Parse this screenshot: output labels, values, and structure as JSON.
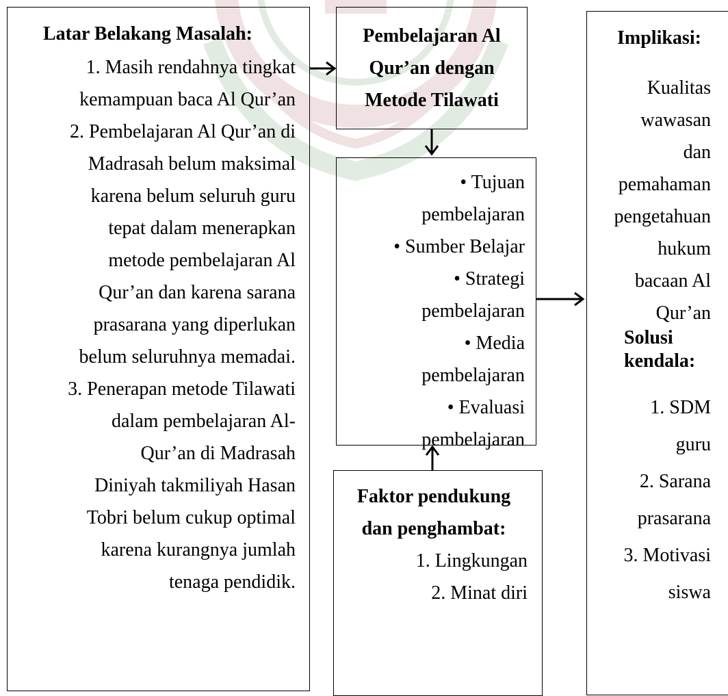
{
  "background_color": "#ffffff",
  "watermark": {
    "color": "#9b3b3b",
    "accent_color": "#3a7a3a"
  },
  "problem_box": {
    "title": "Latar Belakang Masalah:",
    "lines": [
      "1. Masih rendahnya tingkat",
      "kemampuan baca Al Qur’an",
      "2. Pembelajaran Al Qur’an di",
      "Madrasah belum maksimal",
      "karena belum seluruh guru",
      "tepat dalam menerapkan",
      "metode pembelajaran Al",
      "Qur’an dan karena sarana",
      "prasarana yang diperlukan",
      "belum seluruhnya memadai.",
      "3. Penerapan metode Tilawati",
      "dalam pembelajaran Al-",
      "Qur’an di Madrasah",
      "Diniyah takmiliyah Hasan",
      "Tobri belum cukup optimal",
      "karena kurangnya jumlah",
      "tenaga pendidik."
    ]
  },
  "learning_box": {
    "title_lines": [
      "Pembelajaran Al",
      "Qur’an dengan",
      "Metode Tilawati"
    ]
  },
  "components_box": {
    "lines": [
      "• Tujuan",
      "pembelajaran",
      "• Sumber Belajar",
      "• Strategi",
      "pembelajaran",
      "• Media",
      "pembelajaran",
      "• Evaluasi",
      "pembelajaran"
    ]
  },
  "factors_box": {
    "title_lines": [
      "Faktor pendukung",
      "dan penghambat:"
    ],
    "lines": [
      "1. Lingkungan",
      "2. Minat diri"
    ]
  },
  "implication_box": {
    "title": "Implikasi:",
    "lines": [
      "Kualitas",
      "wawasan",
      "dan",
      "pemahaman",
      "pengetahuan",
      "hukum",
      "bacaan Al",
      "Qur’an"
    ],
    "solution_title_lines": [
      "Solusi",
      "kendala:"
    ],
    "solution_lines": [
      "1. SDM",
      "guru",
      "2. Sarana",
      "prasarana",
      "3. Motivasi",
      "siswa"
    ]
  }
}
